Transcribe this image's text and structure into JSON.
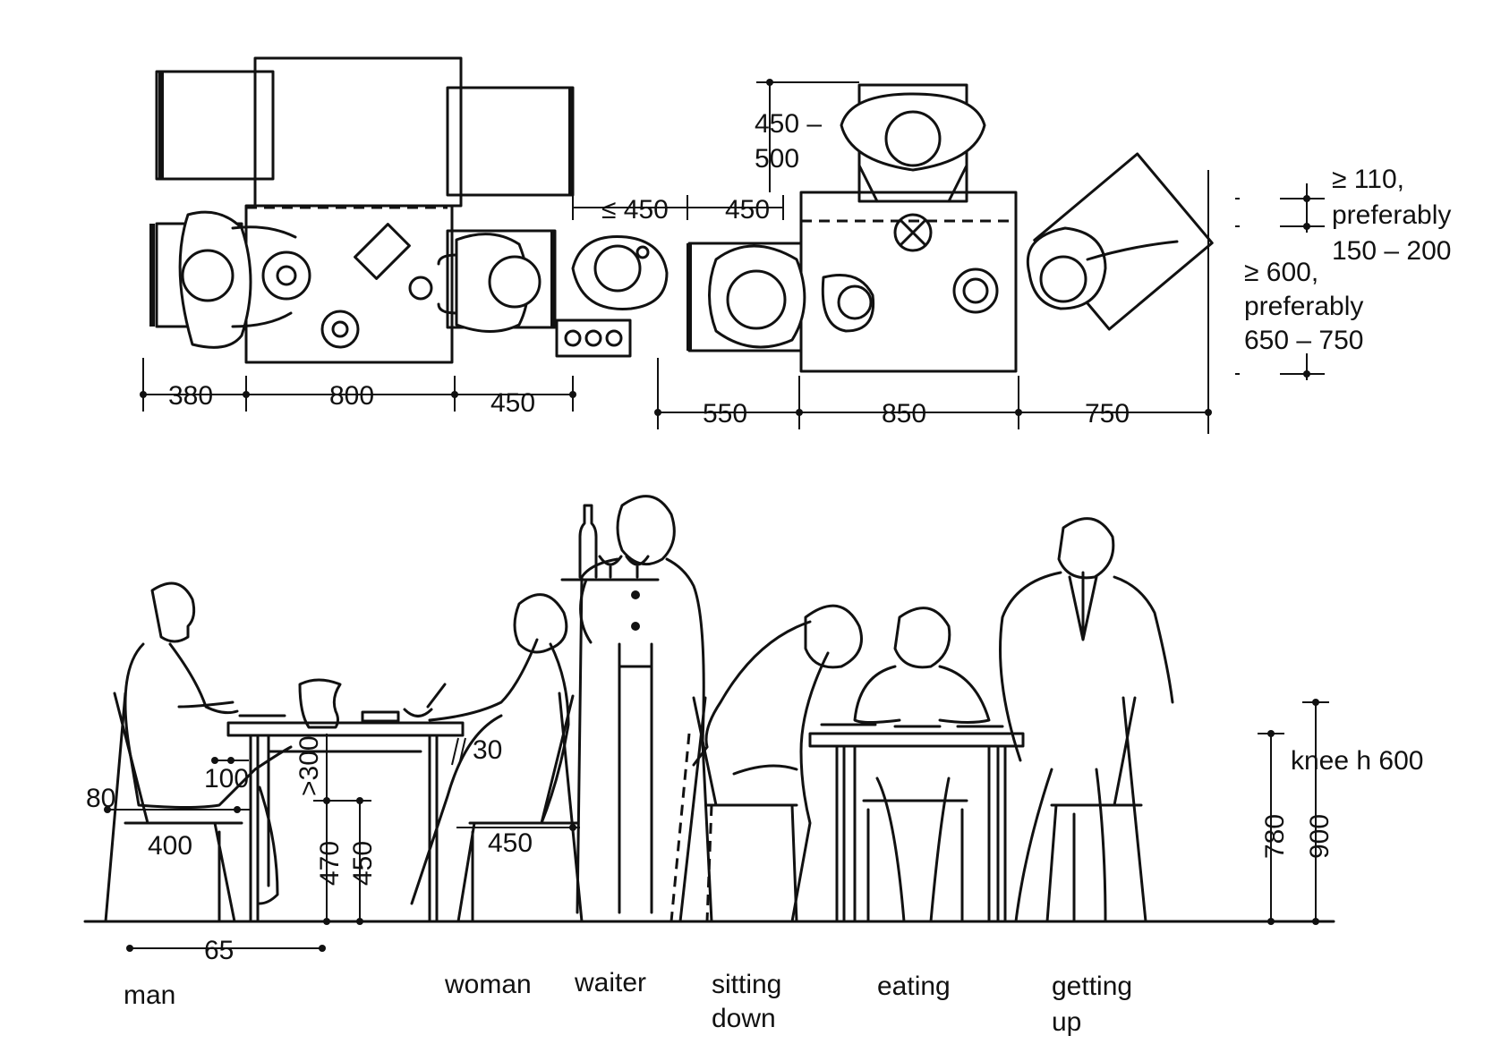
{
  "plan": {
    "dims_bottom": [
      "380",
      "800",
      "450",
      "550",
      "850",
      "750"
    ],
    "gap_left": "≤ 450",
    "gap_right": "450",
    "chair_height_a": "450 –",
    "chair_height_b": "500",
    "clear_top_a": "≥ 110,",
    "clear_top_b": "preferably",
    "clear_top_c": "150 – 200",
    "clear_side_a": "≥ 600,",
    "clear_side_b": "preferably",
    "clear_side_c": "650 – 750"
  },
  "elevation": {
    "dim_80": "80",
    "dim_100": "100",
    "dim_400": "400",
    "dim_300": ">300",
    "dim_470": "470",
    "dim_450a": "450",
    "dim_30": "30",
    "dim_450b": "450",
    "dim_65": "65",
    "knee": "knee h 600",
    "dim_780": "780",
    "dim_900": "900"
  },
  "figures": {
    "man": "man",
    "woman": "woman",
    "waiter": "waiter",
    "sitting_1": "sitting",
    "sitting_2": "down",
    "eating": "eating",
    "getting_1": "getting",
    "getting_2": "up"
  }
}
